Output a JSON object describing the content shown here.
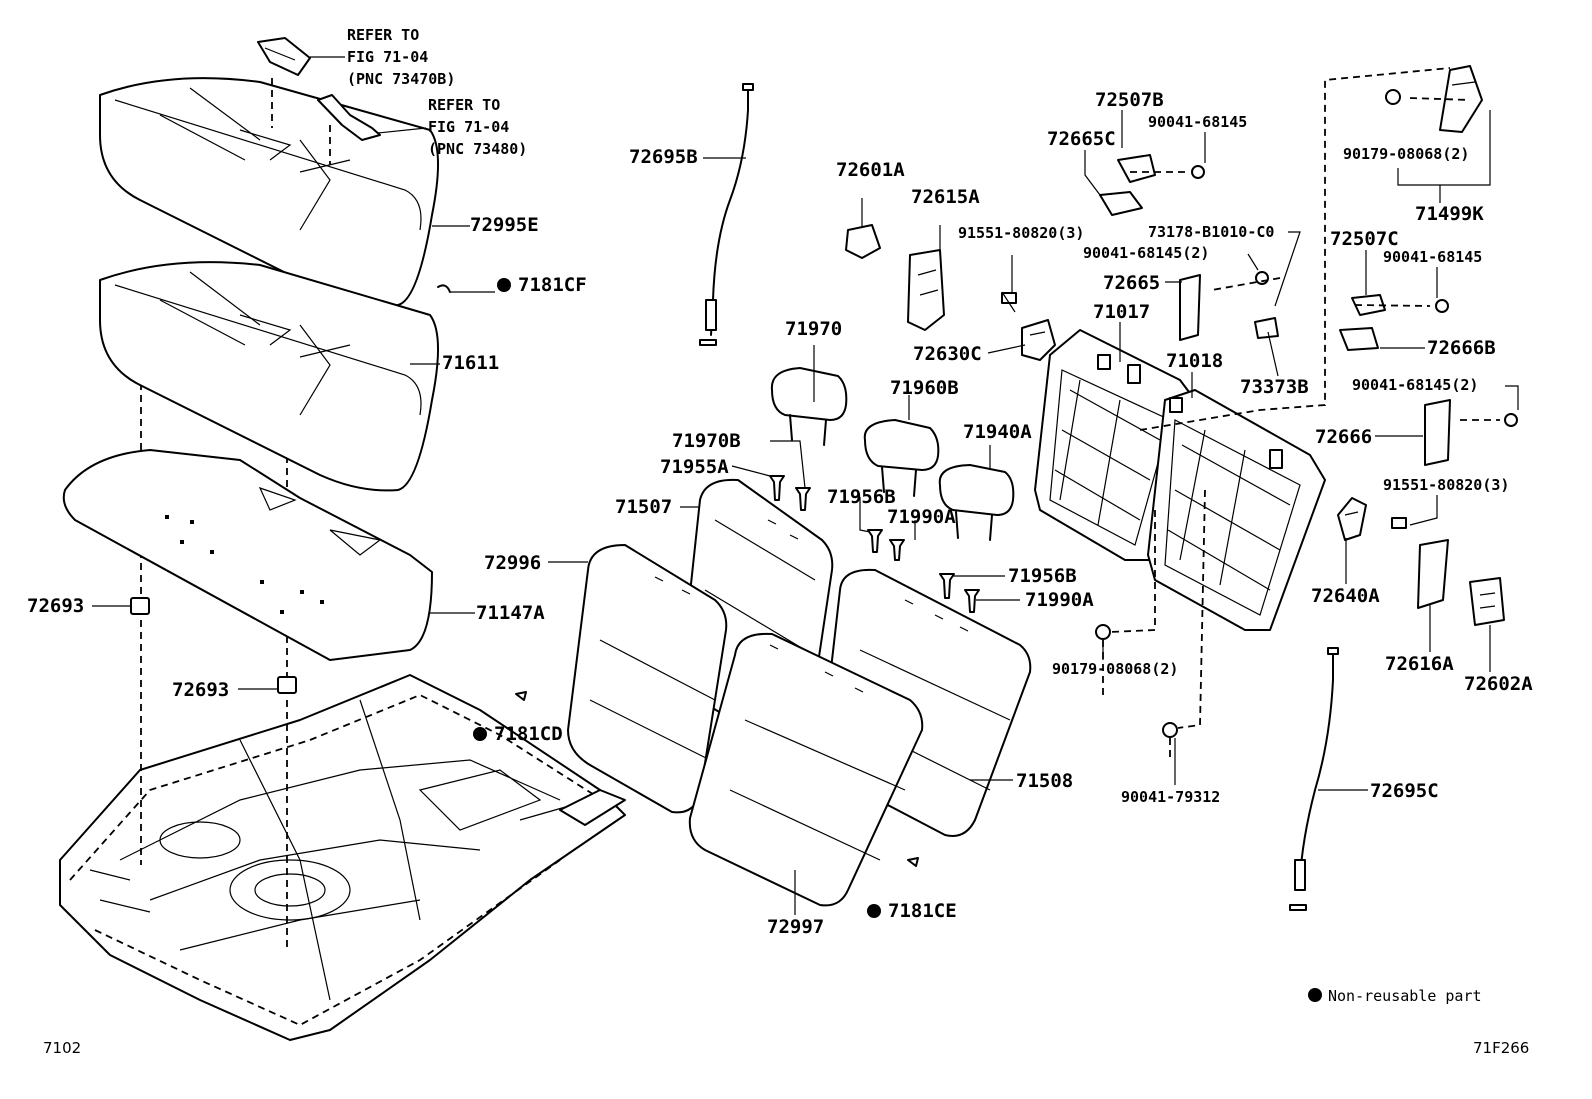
{
  "diagram": {
    "references": [
      {
        "id": "ref1",
        "lines": [
          "REFER TO",
          "FIG 71-04",
          "(PNC 73470B)"
        ]
      },
      {
        "id": "ref2",
        "lines": [
          "REFER TO",
          "FIG 71-04",
          "(PNC 73480)"
        ]
      }
    ],
    "parts": {
      "p72995E": "72995E",
      "p7181CF": "7181CF",
      "p71611": "71611",
      "p72693a": "72693",
      "p71147A": "71147A",
      "p72693b": "72693",
      "p7181CD": "7181CD",
      "p72695B": "72695B",
      "p72601A": "72601A",
      "p72615A": "72615A",
      "p91551a": "91551-80820(3)",
      "p72630C": "72630C",
      "p71970": "71970",
      "p71970B": "71970B",
      "p71955A": "71955A",
      "p71507": "71507",
      "p72996": "72996",
      "p71960B": "71960B",
      "p71956Ba": "71956B",
      "p71990Aa": "71990A",
      "p71940A": "71940A",
      "p71956Bb": "71956B",
      "p71990Ab": "71990A",
      "p71508": "71508",
      "p72997": "72997",
      "p7181CE": "7181CE",
      "p72507B": "72507B",
      "p90041a": "90041-68145",
      "p72665C": "72665C",
      "p73178": "73178-B1010-C0",
      "p90041b": "90041-68145(2)",
      "p72665": "72665",
      "p71017": "71017",
      "p71018": "71018",
      "p73373B": "73373B",
      "p90179a": "90179-08068(2)",
      "p71499K": "71499K",
      "p72507C": "72507C",
      "p90041c": "90041-68145",
      "p72666B": "72666B",
      "p90041d": "90041-68145(2)",
      "p72666": "72666",
      "p91551b": "91551-80820(3)",
      "p72640A": "72640A",
      "p72616A": "72616A",
      "p72602A": "72602A",
      "p90179b": "90179-08068(2)",
      "p90041e": "90041-79312",
      "p72695C": "72695C"
    },
    "legend": "Non-reusable part",
    "fig_code": "7102",
    "ref_code": "71F266"
  }
}
